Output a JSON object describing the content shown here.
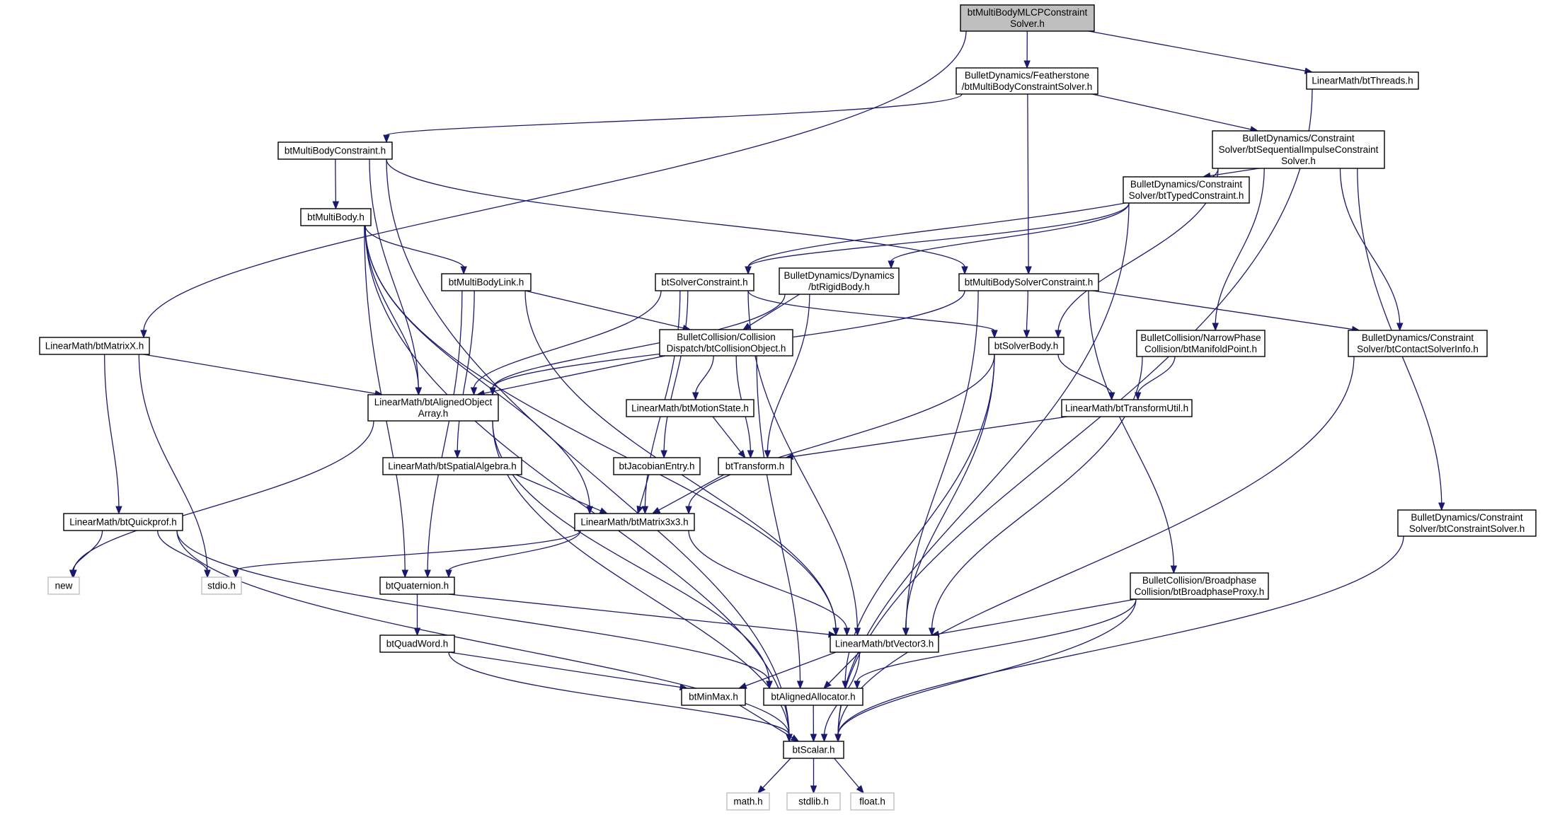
{
  "nodes": [
    {
      "id": "root",
      "lines": [
        "btMultiBodyMLCPConstraint",
        "Solver.h"
      ],
      "kind": "root"
    },
    {
      "id": "fsolver",
      "lines": [
        "BulletDynamics/Featherstone",
        "/btMultiBodyConstraintSolver.h"
      ],
      "kind": "normal"
    },
    {
      "id": "threads",
      "lines": [
        "LinearMath/btThreads.h"
      ],
      "kind": "normal"
    },
    {
      "id": "mbconstraint",
      "lines": [
        "btMultiBodyConstraint.h"
      ],
      "kind": "normal"
    },
    {
      "id": "seqimpulse",
      "lines": [
        "BulletDynamics/Constraint",
        "Solver/btSequentialImpulseConstraint",
        "Solver.h"
      ],
      "kind": "normal"
    },
    {
      "id": "multibody",
      "lines": [
        "btMultiBody.h"
      ],
      "kind": "normal"
    },
    {
      "id": "typedconstraint",
      "lines": [
        "BulletDynamics/Constraint",
        "Solver/btTypedConstraint.h"
      ],
      "kind": "normal"
    },
    {
      "id": "mblink",
      "lines": [
        "btMultiBodyLink.h"
      ],
      "kind": "normal"
    },
    {
      "id": "solverconstraint",
      "lines": [
        "btSolverConstraint.h"
      ],
      "kind": "normal"
    },
    {
      "id": "rigidbody",
      "lines": [
        "BulletDynamics/Dynamics",
        "/btRigidBody.h"
      ],
      "kind": "normal"
    },
    {
      "id": "mbsolverconstraint",
      "lines": [
        "btMultiBodySolverConstraint.h"
      ],
      "kind": "normal"
    },
    {
      "id": "matrixx",
      "lines": [
        "LinearMath/btMatrixX.h"
      ],
      "kind": "normal"
    },
    {
      "id": "collisionobject",
      "lines": [
        "BulletCollision/Collision",
        "Dispatch/btCollisionObject.h"
      ],
      "kind": "normal"
    },
    {
      "id": "solverbody",
      "lines": [
        "btSolverBody.h"
      ],
      "kind": "normal"
    },
    {
      "id": "manifoldpoint",
      "lines": [
        "BulletCollision/NarrowPhase",
        "Collision/btManifoldPoint.h"
      ],
      "kind": "normal"
    },
    {
      "id": "contactsolverinfo",
      "lines": [
        "BulletDynamics/Constraint",
        "Solver/btContactSolverInfo.h"
      ],
      "kind": "normal"
    },
    {
      "id": "alignedobjectarray",
      "lines": [
        "LinearMath/btAlignedObject",
        "Array.h"
      ],
      "kind": "normal"
    },
    {
      "id": "motionstate",
      "lines": [
        "LinearMath/btMotionState.h"
      ],
      "kind": "normal"
    },
    {
      "id": "transformutil",
      "lines": [
        "LinearMath/btTransformUtil.h"
      ],
      "kind": "normal"
    },
    {
      "id": "spatialalgebra",
      "lines": [
        "LinearMath/btSpatialAlgebra.h"
      ],
      "kind": "normal"
    },
    {
      "id": "jacobianentry",
      "lines": [
        "btJacobianEntry.h"
      ],
      "kind": "normal"
    },
    {
      "id": "transform",
      "lines": [
        "btTransform.h"
      ],
      "kind": "normal"
    },
    {
      "id": "quickprof",
      "lines": [
        "LinearMath/btQuickprof.h"
      ],
      "kind": "normal"
    },
    {
      "id": "matrix3x3",
      "lines": [
        "LinearMath/btMatrix3x3.h"
      ],
      "kind": "normal"
    },
    {
      "id": "constraintsolver",
      "lines": [
        "BulletDynamics/Constraint",
        "Solver/btConstraintSolver.h"
      ],
      "kind": "normal"
    },
    {
      "id": "new",
      "lines": [
        "new"
      ],
      "kind": "system"
    },
    {
      "id": "stdio",
      "lines": [
        "stdio.h"
      ],
      "kind": "system"
    },
    {
      "id": "quaternion",
      "lines": [
        "btQuaternion.h"
      ],
      "kind": "normal"
    },
    {
      "id": "broadphaseproxy",
      "lines": [
        "BulletCollision/Broadphase",
        "Collision/btBroadphaseProxy.h"
      ],
      "kind": "normal"
    },
    {
      "id": "quadword",
      "lines": [
        "btQuadWord.h"
      ],
      "kind": "normal"
    },
    {
      "id": "vector3",
      "lines": [
        "LinearMath/btVector3.h"
      ],
      "kind": "normal"
    },
    {
      "id": "minmax",
      "lines": [
        "btMinMax.h"
      ],
      "kind": "normal"
    },
    {
      "id": "alignedallocator",
      "lines": [
        "btAlignedAllocator.h"
      ],
      "kind": "normal"
    },
    {
      "id": "scalar",
      "lines": [
        "btScalar.h"
      ],
      "kind": "normal"
    },
    {
      "id": "math",
      "lines": [
        "math.h"
      ],
      "kind": "system"
    },
    {
      "id": "stdlib",
      "lines": [
        "stdlib.h"
      ],
      "kind": "system"
    },
    {
      "id": "float",
      "lines": [
        "float.h"
      ],
      "kind": "system"
    }
  ],
  "edges": [
    [
      "root",
      "fsolver"
    ],
    [
      "root",
      "threads"
    ],
    [
      "root",
      "matrixx"
    ],
    [
      "fsolver",
      "mbconstraint"
    ],
    [
      "fsolver",
      "seqimpulse"
    ],
    [
      "fsolver",
      "mbsolverconstraint"
    ],
    [
      "threads",
      "scalar"
    ],
    [
      "mbconstraint",
      "multibody"
    ],
    [
      "mbconstraint",
      "alignedobjectarray"
    ],
    [
      "mbconstraint",
      "mbsolverconstraint"
    ],
    [
      "mbconstraint",
      "scalar"
    ],
    [
      "seqimpulse",
      "typedconstraint"
    ],
    [
      "seqimpulse",
      "solverconstraint"
    ],
    [
      "seqimpulse",
      "solverbody"
    ],
    [
      "seqimpulse",
      "manifoldpoint"
    ],
    [
      "seqimpulse",
      "contactsolverinfo"
    ],
    [
      "seqimpulse",
      "constraintsolver"
    ],
    [
      "multibody",
      "mblink"
    ],
    [
      "multibody",
      "alignedobjectarray"
    ],
    [
      "multibody",
      "vector3"
    ],
    [
      "multibody",
      "quaternion"
    ],
    [
      "multibody",
      "matrix3x3"
    ],
    [
      "multibody",
      "scalar"
    ],
    [
      "typedconstraint",
      "solverconstraint"
    ],
    [
      "typedconstraint",
      "rigidbody"
    ],
    [
      "typedconstraint",
      "scalar"
    ],
    [
      "mblink",
      "collisionobject"
    ],
    [
      "mblink",
      "vector3"
    ],
    [
      "mblink",
      "spatialalgebra"
    ],
    [
      "mblink",
      "quaternion"
    ],
    [
      "solverconstraint",
      "alignedobjectarray"
    ],
    [
      "solverconstraint",
      "solverbody"
    ],
    [
      "solverconstraint",
      "jacobianentry"
    ],
    [
      "solverconstraint",
      "vector3"
    ],
    [
      "solverconstraint",
      "matrix3x3"
    ],
    [
      "rigidbody",
      "alignedobjectarray"
    ],
    [
      "rigidbody",
      "collisionobject"
    ],
    [
      "rigidbody",
      "transform"
    ],
    [
      "mbsolverconstraint",
      "alignedobjectarray"
    ],
    [
      "mbsolverconstraint",
      "solverbody"
    ],
    [
      "mbsolverconstraint",
      "vector3"
    ],
    [
      "mbsolverconstraint",
      "contactsolverinfo"
    ],
    [
      "mbsolverconstraint",
      "broadphaseproxy"
    ],
    [
      "matrixx",
      "alignedobjectarray"
    ],
    [
      "matrixx",
      "quickprof"
    ],
    [
      "matrixx",
      "stdio"
    ],
    [
      "collisionobject",
      "alignedobjectarray"
    ],
    [
      "collisionobject",
      "motionstate"
    ],
    [
      "collisionobject",
      "transform"
    ],
    [
      "collisionobject",
      "alignedallocator"
    ],
    [
      "solverbody",
      "transformutil"
    ],
    [
      "solverbody",
      "matrix3x3"
    ],
    [
      "solverbody",
      "vector3"
    ],
    [
      "solverbody",
      "alignedallocator"
    ],
    [
      "manifoldpoint",
      "transformutil"
    ],
    [
      "manifoldpoint",
      "vector3"
    ],
    [
      "contactsolverinfo",
      "scalar"
    ],
    [
      "alignedobjectarray",
      "new"
    ],
    [
      "alignedobjectarray",
      "alignedallocator"
    ],
    [
      "alignedobjectarray",
      "scalar"
    ],
    [
      "motionstate",
      "transform"
    ],
    [
      "transformutil",
      "transform"
    ],
    [
      "spatialalgebra",
      "matrix3x3"
    ],
    [
      "jacobianentry",
      "matrix3x3"
    ],
    [
      "transform",
      "matrix3x3"
    ],
    [
      "quickprof",
      "new"
    ],
    [
      "quickprof",
      "stdio"
    ],
    [
      "quickprof",
      "alignedallocator"
    ],
    [
      "quickprof",
      "scalar"
    ],
    [
      "matrix3x3",
      "stdio"
    ],
    [
      "matrix3x3",
      "quaternion"
    ],
    [
      "matrix3x3",
      "vector3"
    ],
    [
      "constraintsolver",
      "scalar"
    ],
    [
      "quaternion",
      "quadword"
    ],
    [
      "quaternion",
      "vector3"
    ],
    [
      "broadphaseproxy",
      "vector3"
    ],
    [
      "broadphaseproxy",
      "alignedallocator"
    ],
    [
      "broadphaseproxy",
      "scalar"
    ],
    [
      "quadword",
      "minmax"
    ],
    [
      "quadword",
      "scalar"
    ],
    [
      "vector3",
      "minmax"
    ],
    [
      "vector3",
      "alignedallocator"
    ],
    [
      "vector3",
      "scalar"
    ],
    [
      "minmax",
      "scalar"
    ],
    [
      "alignedallocator",
      "scalar"
    ],
    [
      "scalar",
      "math"
    ],
    [
      "scalar",
      "stdlib"
    ],
    [
      "scalar",
      "float"
    ]
  ]
}
